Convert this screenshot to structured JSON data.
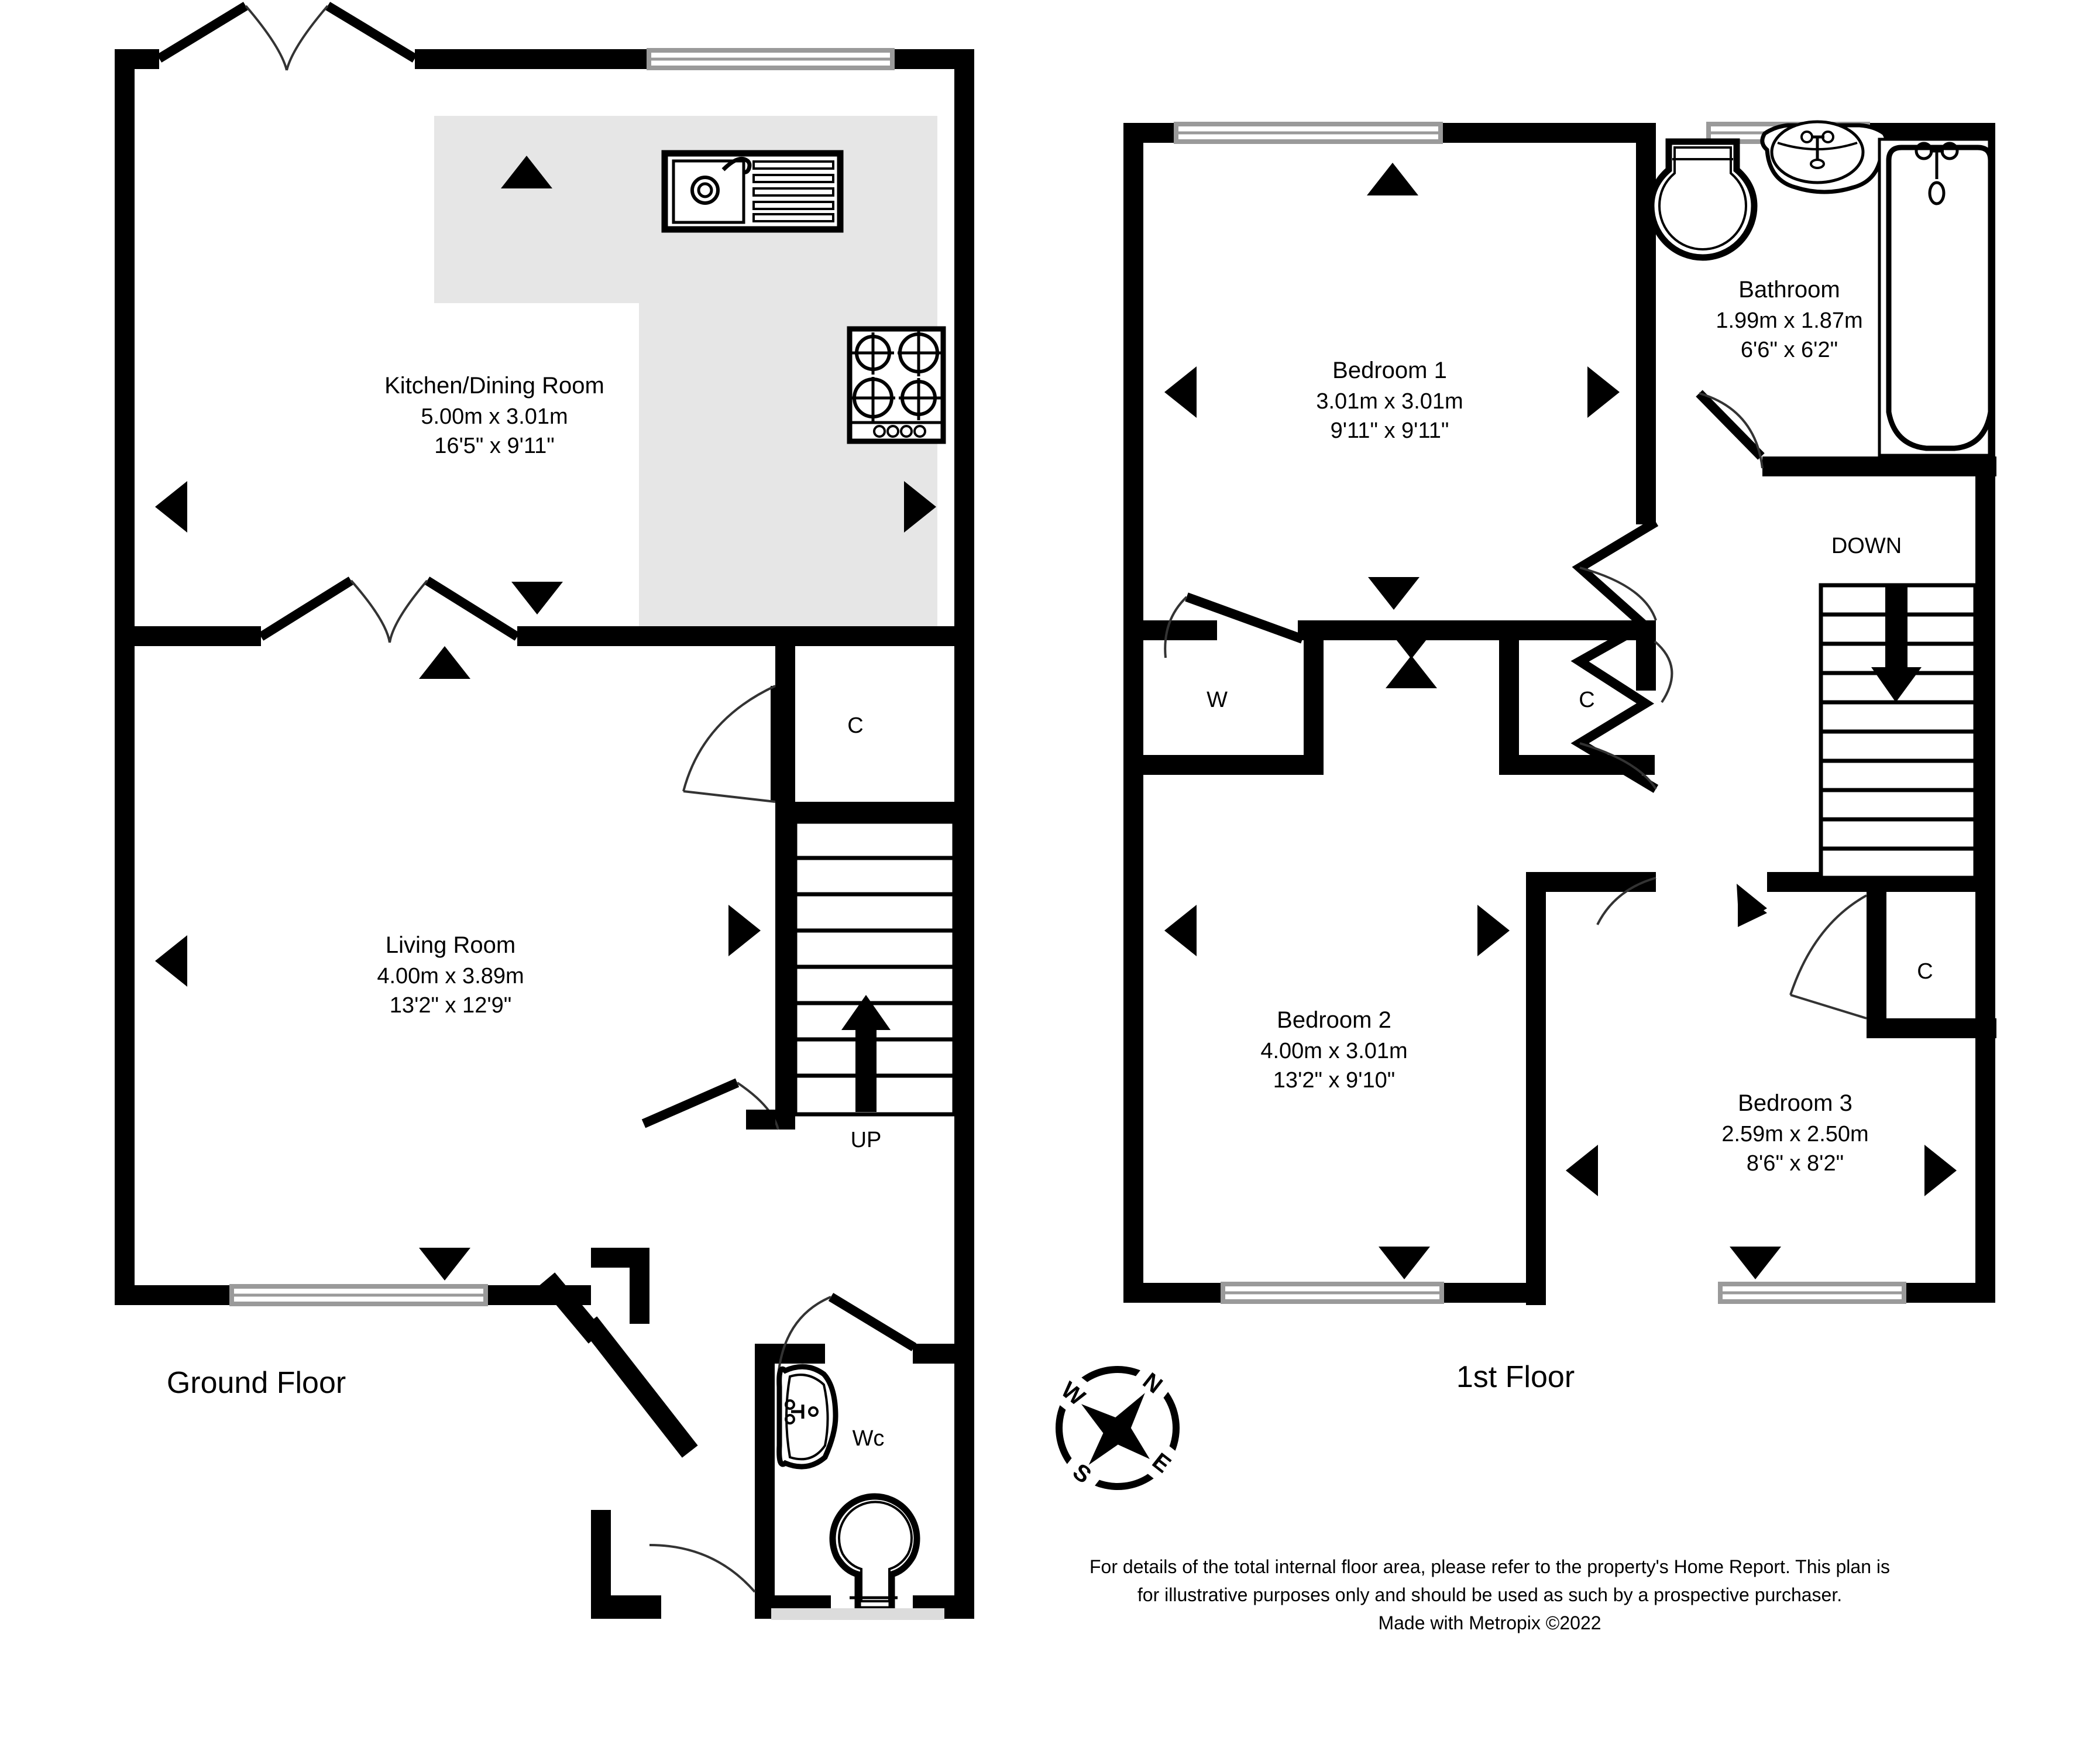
{
  "document": {
    "type": "floor-plan",
    "title": "Residential Floor Plan"
  },
  "floors": [
    {
      "id": "ground",
      "label": "Ground Floor",
      "rooms": [
        {
          "id": "kitchen-dining",
          "name": "Kitchen/Dining Room",
          "dim_metric": "5.00m  x 3.01m",
          "dim_imperial": "16'5\"  x 9'11\""
        },
        {
          "id": "living-room",
          "name": "Living Room",
          "dim_metric": "4.00m  x 3.89m",
          "dim_imperial": "13'2\"  x 12'9\""
        }
      ],
      "markers": [
        {
          "id": "cupboard-ground",
          "label": "C"
        },
        {
          "id": "stairs-up",
          "label": "UP"
        },
        {
          "id": "wc",
          "label": "Wc"
        }
      ]
    },
    {
      "id": "first",
      "label": "1st Floor",
      "rooms": [
        {
          "id": "bedroom-1",
          "name": "Bedroom 1",
          "dim_metric": "3.01m  x 3.01m",
          "dim_imperial": "9'11\"  x 9'11\""
        },
        {
          "id": "bathroom",
          "name": "Bathroom",
          "dim_metric": "1.99m  x 1.87m",
          "dim_imperial": "6'6\"  x 6'2\""
        },
        {
          "id": "bedroom-2",
          "name": "Bedroom 2",
          "dim_metric": "4.00m  x 3.01m",
          "dim_imperial": "13'2\"  x 9'10\""
        },
        {
          "id": "bedroom-3",
          "name": "Bedroom 3",
          "dim_metric": "2.59m  x 2.50m",
          "dim_imperial": "8'6\"  x 8'2\""
        }
      ],
      "markers": [
        {
          "id": "stairs-down",
          "label": "DOWN"
        },
        {
          "id": "wardrobe",
          "label": "W"
        },
        {
          "id": "cupboard-landing",
          "label": "C"
        },
        {
          "id": "cupboard-bedroom3",
          "label": "C"
        }
      ]
    }
  ],
  "compass": {
    "north": "N",
    "east": "E",
    "south": "S",
    "west": "W"
  },
  "footer": {
    "line1": "For details of the total internal floor area, please refer to the property's Home Report. This plan is",
    "line2": "for illustrative purposes only and should be used as such by a prospective purchaser.",
    "line3": "Made with Metropix ©2022"
  },
  "colors": {
    "wall": "#000000",
    "background": "#ffffff",
    "worktop": "#e6e6e6",
    "window_frame": "#9a9a9a"
  }
}
